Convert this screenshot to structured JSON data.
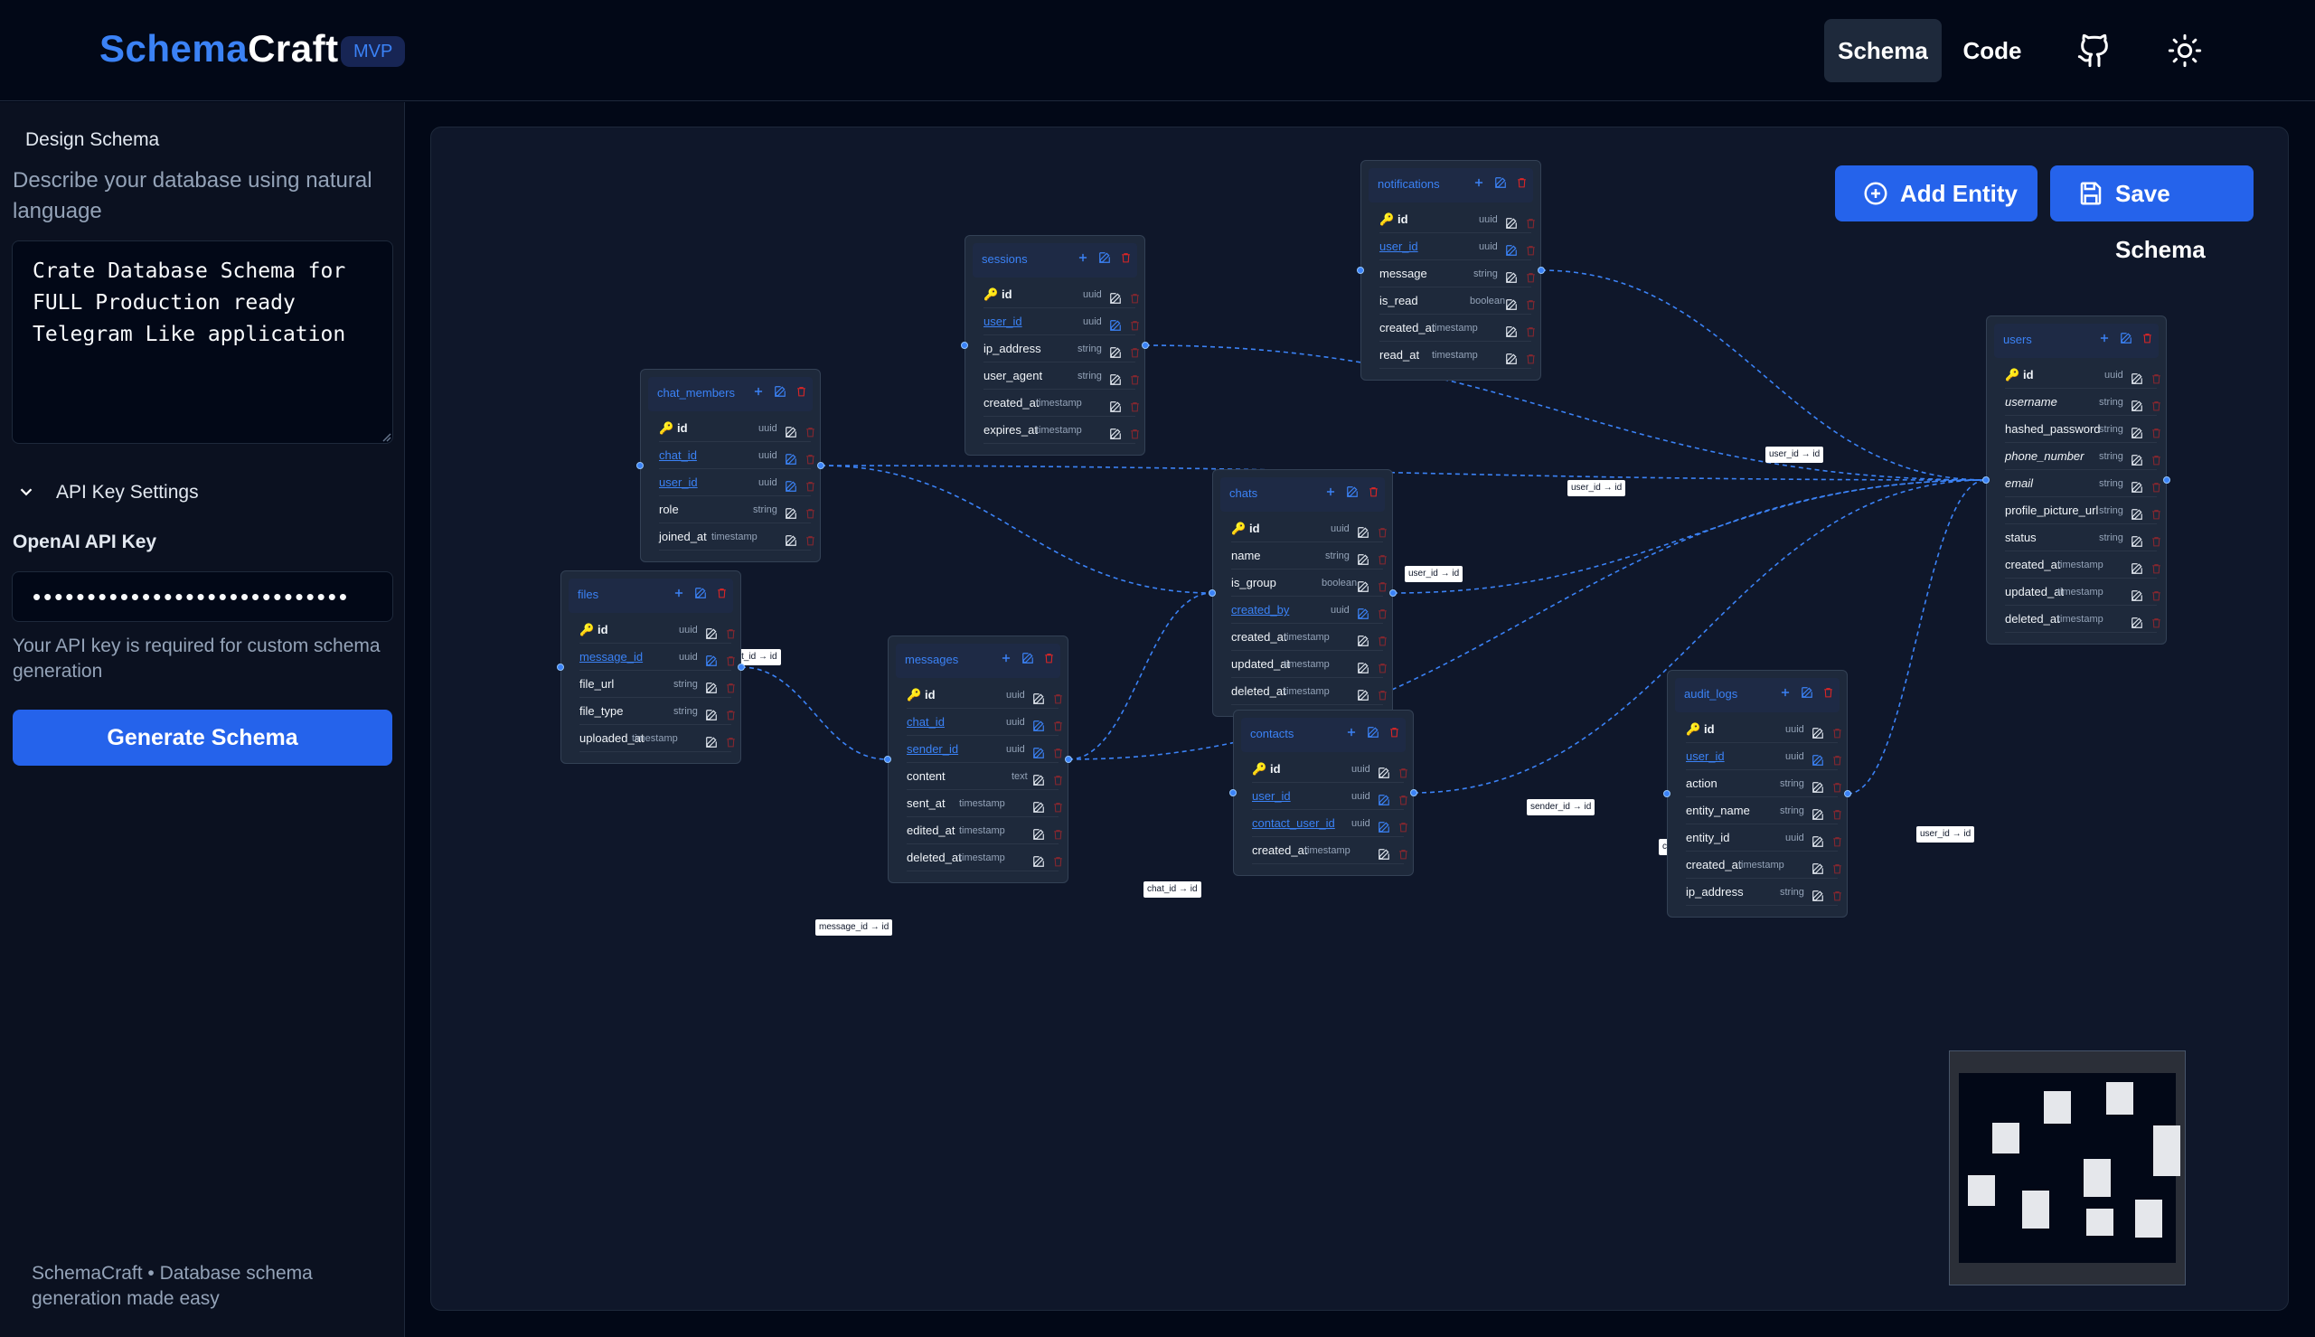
{
  "app": {
    "brand_a": "Schema",
    "brand_b": "Craft",
    "badge": "MVP"
  },
  "nav": {
    "schema": "Schema",
    "code": "Code",
    "github_icon": "github-icon",
    "theme_icon": "sun-icon"
  },
  "sidebar": {
    "design_title": "Design Schema",
    "description": "Describe your database using natural language",
    "prompt_value": "Crate Database Schema for\nFULL Production ready\nTelegram Like application",
    "api_settings": "API Key Settings",
    "api_key_label": "OpenAI API Key",
    "api_key_value": "•••••••••••••••••••••••••••••",
    "api_note": "Your API key is required for custom schema generation",
    "generate": "Generate Schema",
    "footer": "SchemaCraft • Database schema generation made easy"
  },
  "toolbar": {
    "add_entity": "Add Entity",
    "save_schema": "Save Schema"
  },
  "entities": [
    {
      "name": "sessions",
      "fields": [
        {
          "n": "id",
          "t": "uuid",
          "pk": true
        },
        {
          "n": "user_id",
          "t": "uuid",
          "fk": true
        },
        {
          "n": "ip_address",
          "t": "string"
        },
        {
          "n": "user_agent",
          "t": "string"
        },
        {
          "n": "created_at",
          "t": "timestamp"
        },
        {
          "n": "expires_at",
          "t": "timestamp"
        }
      ]
    },
    {
      "name": "notifications",
      "fields": [
        {
          "n": "id",
          "t": "uuid",
          "pk": true
        },
        {
          "n": "user_id",
          "t": "uuid",
          "fk": true
        },
        {
          "n": "message",
          "t": "string"
        },
        {
          "n": "is_read",
          "t": "boolean"
        },
        {
          "n": "created_at",
          "t": "timestamp"
        },
        {
          "n": "read_at",
          "t": "timestamp"
        }
      ]
    },
    {
      "name": "chat_members",
      "fields": [
        {
          "n": "id",
          "t": "uuid",
          "pk": true
        },
        {
          "n": "chat_id",
          "t": "uuid",
          "fk": true
        },
        {
          "n": "user_id",
          "t": "uuid",
          "fk": true
        },
        {
          "n": "role",
          "t": "string"
        },
        {
          "n": "joined_at",
          "t": "timestamp"
        }
      ]
    },
    {
      "name": "users",
      "fields": [
        {
          "n": "id",
          "t": "uuid",
          "pk": true
        },
        {
          "n": "username",
          "t": "string",
          "it": true
        },
        {
          "n": "hashed_password",
          "t": "string"
        },
        {
          "n": "phone_number",
          "t": "string",
          "it": true
        },
        {
          "n": "email",
          "t": "string",
          "it": true
        },
        {
          "n": "profile_picture_url",
          "t": "string"
        },
        {
          "n": "status",
          "t": "string"
        },
        {
          "n": "created_at",
          "t": "timestamp"
        },
        {
          "n": "updated_at",
          "t": "timestamp"
        },
        {
          "n": "deleted_at",
          "t": "timestamp"
        }
      ]
    },
    {
      "name": "chats",
      "fields": [
        {
          "n": "id",
          "t": "uuid",
          "pk": true
        },
        {
          "n": "name",
          "t": "string"
        },
        {
          "n": "is_group",
          "t": "boolean"
        },
        {
          "n": "created_by",
          "t": "uuid",
          "fk": true
        },
        {
          "n": "created_at",
          "t": "timestamp"
        },
        {
          "n": "updated_at",
          "t": "timestamp"
        },
        {
          "n": "deleted_at",
          "t": "timestamp"
        }
      ]
    },
    {
      "name": "files",
      "fields": [
        {
          "n": "id",
          "t": "uuid",
          "pk": true
        },
        {
          "n": "message_id",
          "t": "uuid",
          "fk": true
        },
        {
          "n": "file_url",
          "t": "string"
        },
        {
          "n": "file_type",
          "t": "string"
        },
        {
          "n": "uploaded_at",
          "t": "timestamp"
        }
      ]
    },
    {
      "name": "messages",
      "fields": [
        {
          "n": "id",
          "t": "uuid",
          "pk": true
        },
        {
          "n": "chat_id",
          "t": "uuid",
          "fk": true
        },
        {
          "n": "sender_id",
          "t": "uuid",
          "fk": true
        },
        {
          "n": "content",
          "t": "text"
        },
        {
          "n": "sent_at",
          "t": "timestamp"
        },
        {
          "n": "edited_at",
          "t": "timestamp"
        },
        {
          "n": "deleted_at",
          "t": "timestamp"
        }
      ]
    },
    {
      "name": "contacts",
      "fields": [
        {
          "n": "id",
          "t": "uuid",
          "pk": true
        },
        {
          "n": "user_id",
          "t": "uuid",
          "fk": true
        },
        {
          "n": "contact_user_id",
          "t": "uuid",
          "fk": true
        },
        {
          "n": "created_at",
          "t": "timestamp"
        }
      ]
    },
    {
      "name": "audit_logs",
      "fields": [
        {
          "n": "id",
          "t": "uuid",
          "pk": true
        },
        {
          "n": "user_id",
          "t": "uuid",
          "fk": true
        },
        {
          "n": "action",
          "t": "string"
        },
        {
          "n": "entity_name",
          "t": "string"
        },
        {
          "n": "entity_id",
          "t": "uuid"
        },
        {
          "n": "created_at",
          "t": "timestamp"
        },
        {
          "n": "ip_address",
          "t": "string"
        }
      ]
    }
  ],
  "relations": [
    "user_id → id",
    "user_id → id",
    "user_id → id",
    "chat_id → id",
    "created_by → id",
    "sender_id → id",
    "contact_user_id → id",
    "user_id → id",
    "chat_id → id",
    "message_id → id"
  ],
  "colors": {
    "accent": "#2563eb",
    "link": "#3b82f6",
    "danger": "#dc2626",
    "bg": "#020817",
    "canvas": "#0f172a"
  }
}
